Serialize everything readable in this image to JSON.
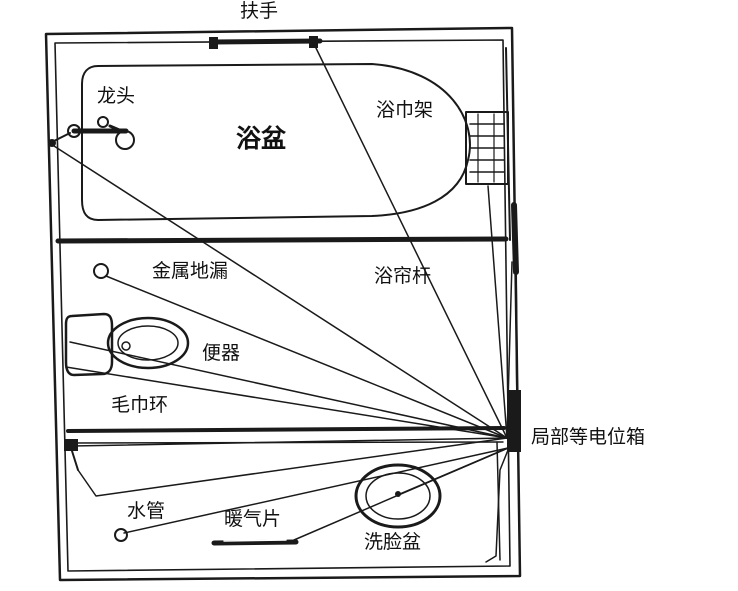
{
  "labels": {
    "handrail": "扶手",
    "faucet": "龙头",
    "bathtub": "浴盆",
    "towel_rack": "浴巾架",
    "floor_drain": "金属地漏",
    "curtain_rod": "浴帘杆",
    "toilet": "便器",
    "towel_ring": "毛巾环",
    "equipotential_box": "局部等电位箱",
    "water_pipe": "水管",
    "radiator": "暖气片",
    "washbasin": "洗脸盆"
  },
  "colors": {
    "ink": "#1a1a1a",
    "background": "#ffffff"
  }
}
